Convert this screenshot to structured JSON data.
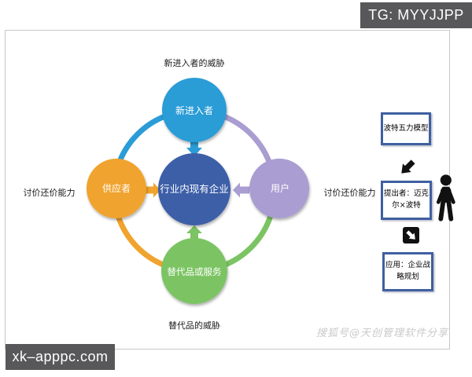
{
  "badges": {
    "tg": "TG: MYYJJPP",
    "site": "xk–apppc.com",
    "watermark": "搜狐号@天创管理软件分享"
  },
  "colors": {
    "top_circle": "#2b9cd6",
    "left_circle": "#f0a32d",
    "right_circle": "#a99dd1",
    "bottom_circle": "#7cc463",
    "center_circle": "#3d5ea8",
    "badge_bg": "#58585a",
    "box_border": "#3f5fa0"
  },
  "five_forces": {
    "center": "行业内现有企业",
    "top": "新进入者",
    "left": "供应者",
    "right": "用户",
    "bottom": "替代品或服务",
    "labels": {
      "top": "新进入者的威胁",
      "bottom": "替代品的威胁",
      "left": "讨价还价能力",
      "right": "讨价还价能力"
    }
  },
  "side_panel": {
    "box1": "波特五力模型",
    "box2": "提出者：迈克尔×波特",
    "box3": "应用：企业战略规划"
  }
}
